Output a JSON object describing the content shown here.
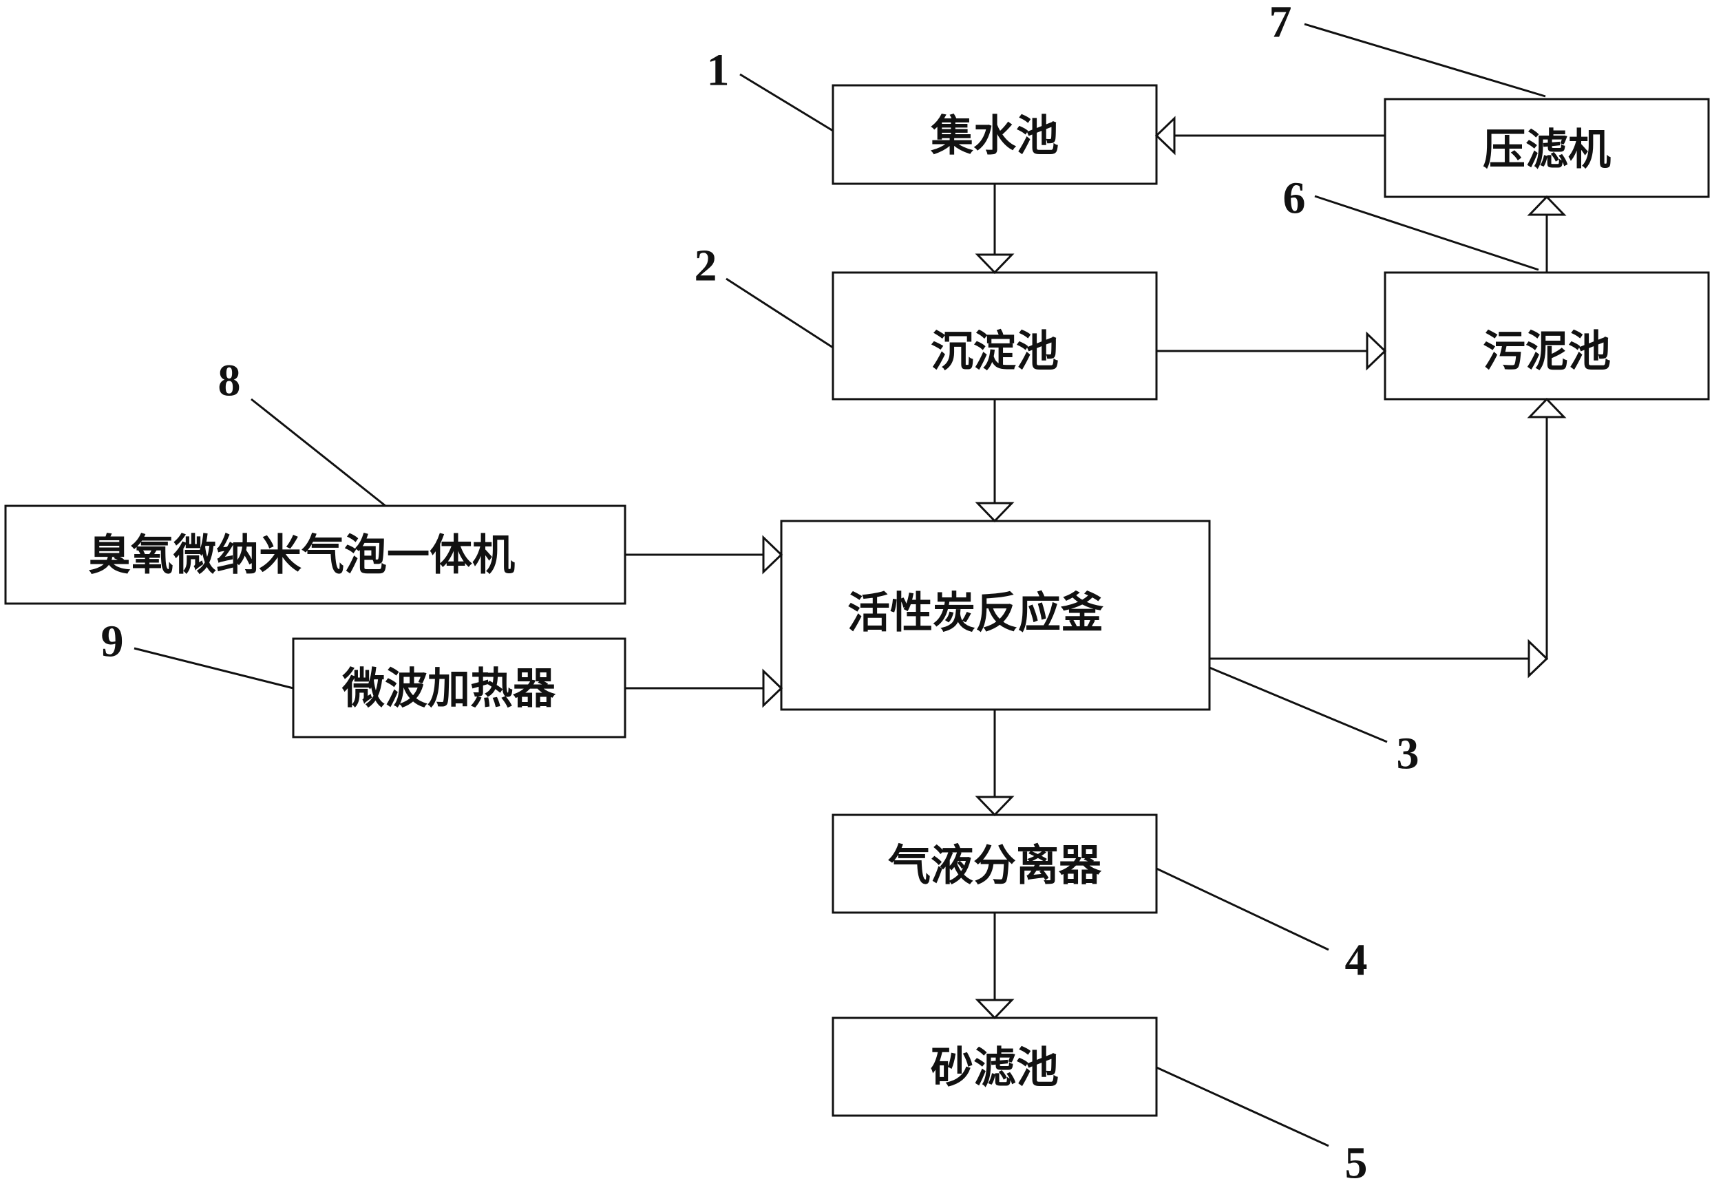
{
  "boxes": {
    "collection_tank": "集水池",
    "sedimentation_tank": "沉淀池",
    "activated_carbon_reactor": "活性炭反应釜",
    "gas_liquid_separator": "气液分离器",
    "sand_filter_tank": "砂滤池",
    "sludge_tank": "污泥池",
    "filter_press": "压滤机",
    "ozone_micro_nano_bubble_machine": "臭氧微纳米气泡一体机",
    "microwave_heater": "微波加热器"
  },
  "callouts": {
    "n1": "1",
    "n2": "2",
    "n3": "3",
    "n4": "4",
    "n5": "5",
    "n6": "6",
    "n7": "7",
    "n8": "8",
    "n9": "9"
  }
}
